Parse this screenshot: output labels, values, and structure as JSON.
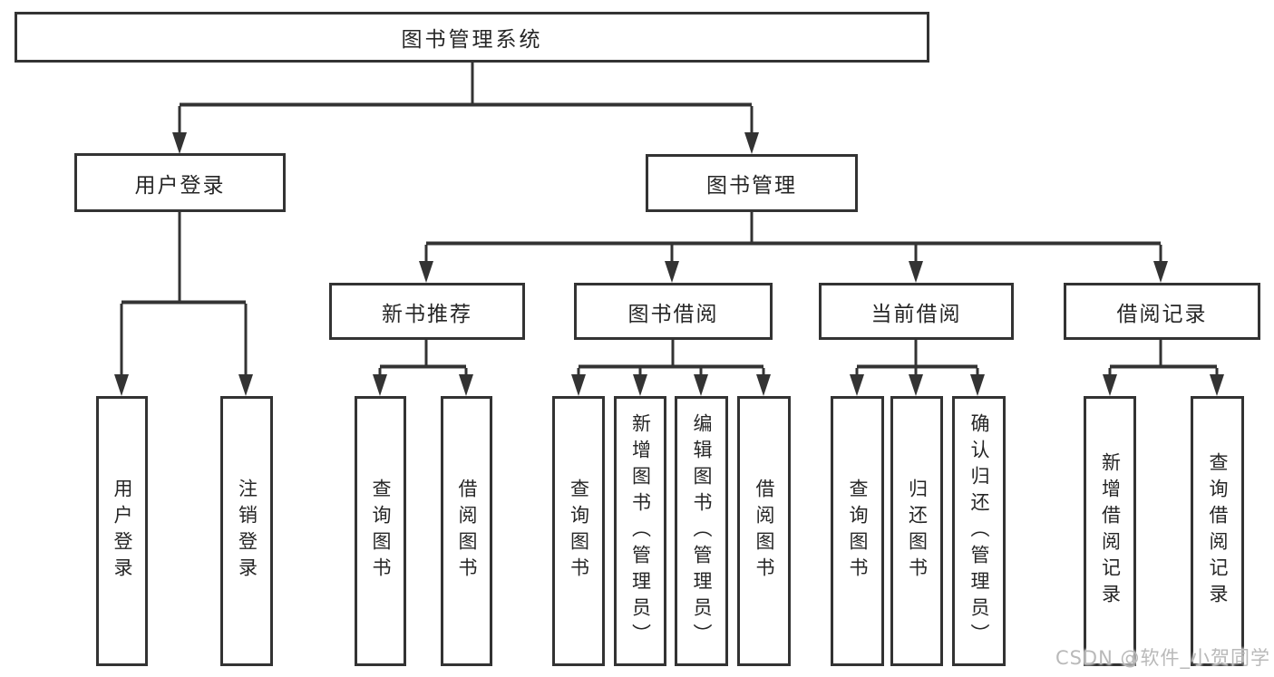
{
  "tree": {
    "root": "图书管理系统",
    "level2": {
      "user_login": "用户登录",
      "book_management": "图书管理"
    },
    "level3": {
      "new_book_recommend": "新书推荐",
      "book_borrow": "图书借阅",
      "current_borrow": "当前借阅",
      "borrow_records": "借阅记录"
    },
    "leaves": {
      "user_login": [
        "用户登录",
        "注销登录"
      ],
      "new_book_recommend": [
        "查询图书",
        "借阅图书"
      ],
      "book_borrow": [
        "查询图书",
        "新增图书（管理员）",
        "编辑图书（管理员）",
        "借阅图书"
      ],
      "current_borrow": [
        "查询图书",
        "归还图书",
        "确认归还（管理员）"
      ],
      "borrow_records": [
        "新增借阅记录",
        "查询借阅记录"
      ]
    }
  },
  "watermark": "CSDN @软件_小贺同学",
  "colors": {
    "line": "#333333",
    "text": "#262626",
    "watermark": "#b9b9b9",
    "background": "#ffffff"
  }
}
